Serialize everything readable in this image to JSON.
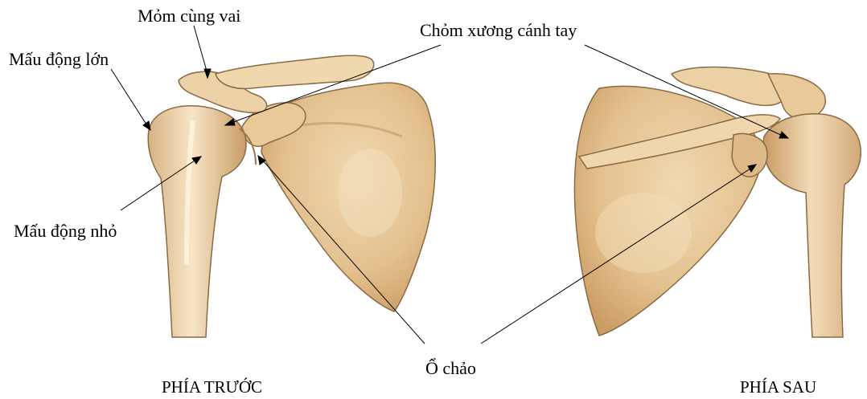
{
  "labels": {
    "acromion": "Mỏm cùng vai",
    "greater_tubercle": "Mấu động lớn",
    "humeral_head": "Chỏm xương cánh tay",
    "lesser_tubercle": "Mấu động nhỏ",
    "glenoid": "Ổ chảo"
  },
  "captions": {
    "front": "PHÍA TRƯỚC",
    "back": "PHÍA SAU"
  },
  "colors": {
    "bone_fill": "#e6c596",
    "bone_light": "#f4e0bd",
    "bone_shadow": "#b98c57",
    "outline": "#8a6a45",
    "leader": "#000000"
  }
}
